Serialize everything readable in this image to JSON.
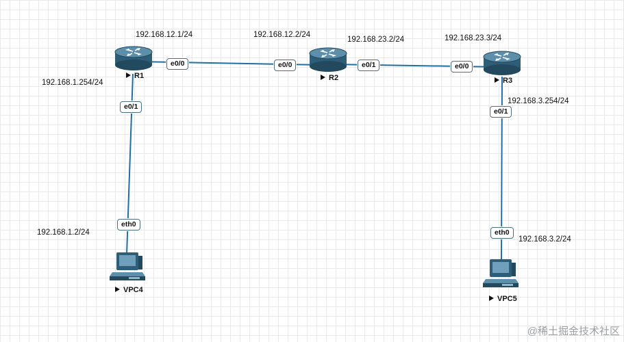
{
  "colors": {
    "link": "#1f6fa3",
    "router_body": "#2e5d78",
    "pc_body": "#2e5d78"
  },
  "devices": {
    "r1": {
      "label": "R1",
      "icon": "router-icon"
    },
    "r2": {
      "label": "R2",
      "icon": "router-icon"
    },
    "r3": {
      "label": "R3",
      "icon": "router-icon"
    },
    "vpc4": {
      "label": "VPC4",
      "icon": "pc-icon"
    },
    "vpc5": {
      "label": "VPC5",
      "icon": "pc-icon"
    }
  },
  "addresses": {
    "r1_e00": "192.168.12.1/24",
    "r2_e00": "192.168.12.2/24",
    "r2_e01": "192.168.23.2/24",
    "r3_e00": "192.168.23.3/24",
    "r1_e01": "192.168.1.254/24",
    "r3_e01": "192.168.3.254/24",
    "vpc4": "192.168.1.2/24",
    "vpc5": "192.168.3.2/24"
  },
  "interfaces": {
    "r1_e00": "e0/0",
    "r2_e00": "e0/0",
    "r2_e01": "e0/1",
    "r3_e00": "e0/0",
    "r1_e01": "e0/1",
    "r3_e01": "e0/1",
    "vpc4_eth0": "eth0",
    "vpc5_eth0": "eth0"
  },
  "watermark": "@稀土掘金技术社区"
}
